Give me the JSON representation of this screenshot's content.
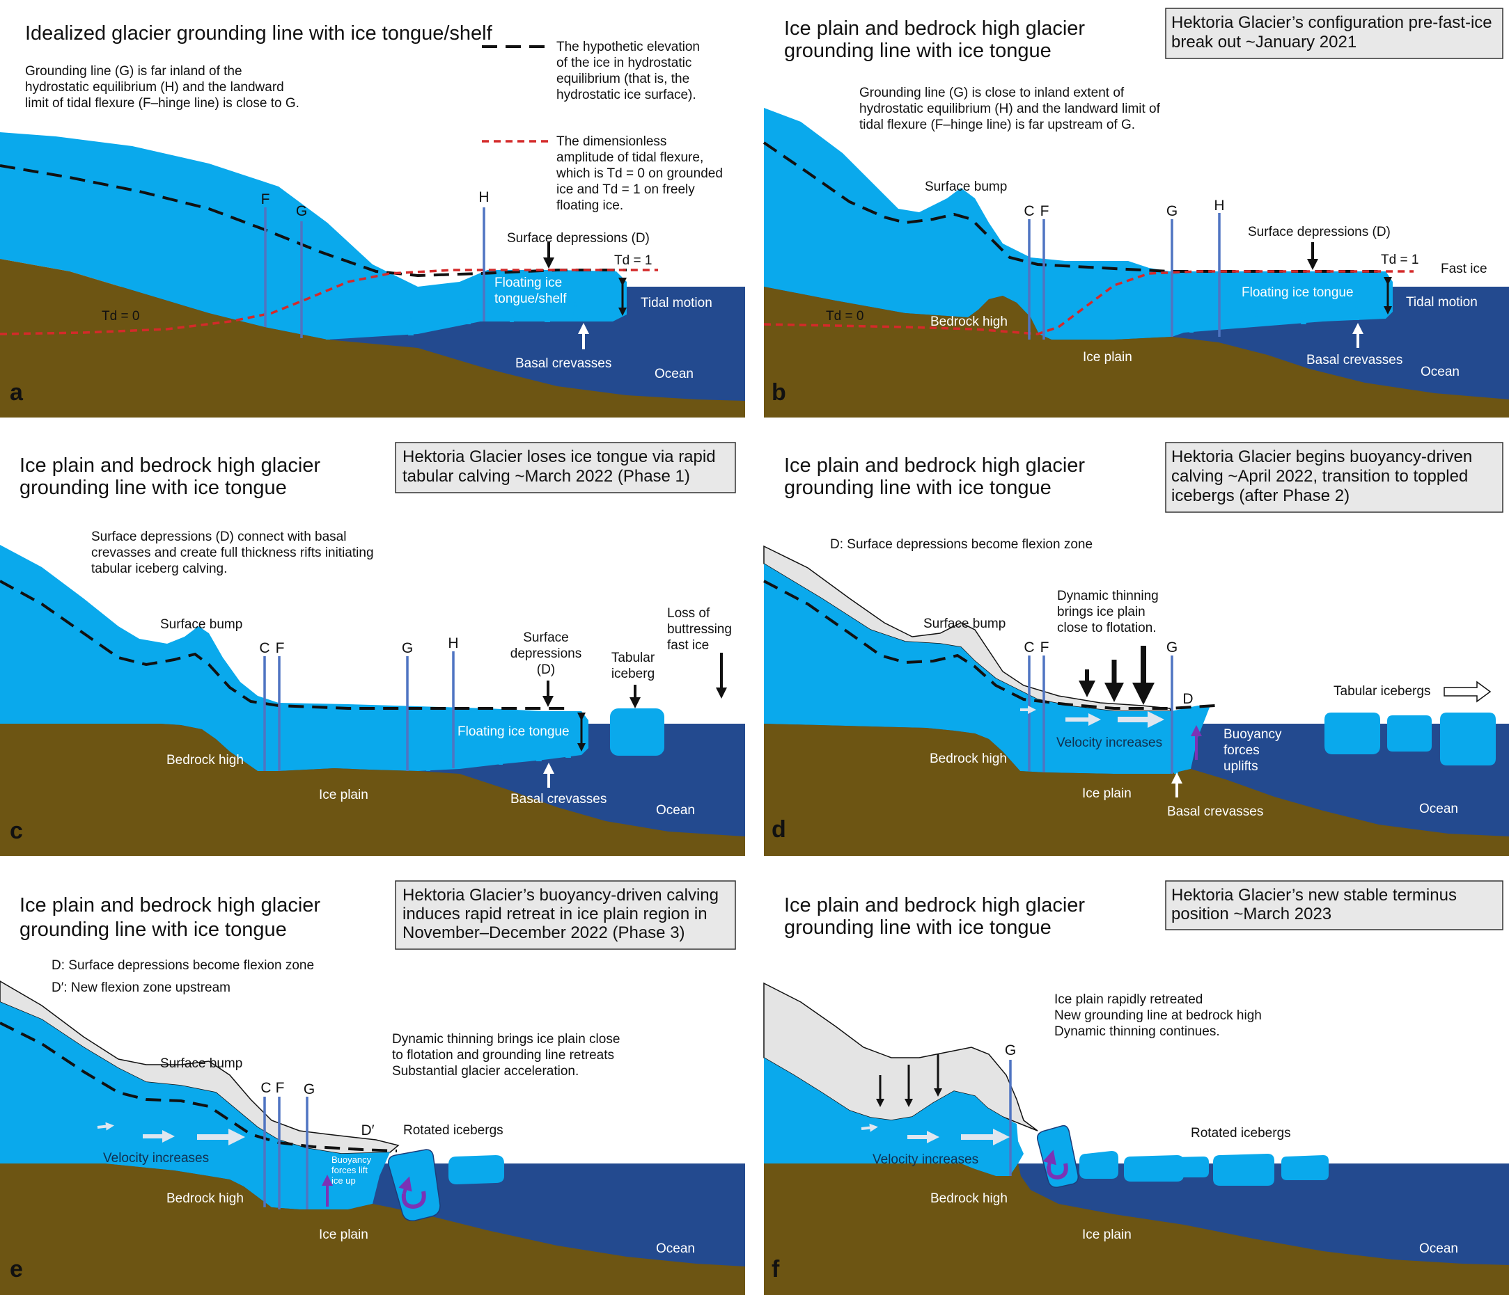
{
  "colors": {
    "ice": "#0aa9ec",
    "ocean": "#234a8f",
    "bedrock": "#6d5513",
    "removed_ice": "#e4e4e4",
    "flexure": "#d42a2a",
    "line": "#4f74c2",
    "uplift": "#7b33b5",
    "box_fill": "#e8e8e8"
  },
  "panels": {
    "a": {
      "letter": "a",
      "title": "Idealized glacier grounding line with ice tongue/shelf",
      "note": [
        "Grounding line (G) is far inland of the",
        "hydrostatic equilibrium (H) and the landward",
        "limit of tidal flexure (F–hinge line) is close to G."
      ],
      "legend_dash": [
        "The hypothetic elevation",
        "of the ice in hydrostatic",
        "equilibrium (that is, the",
        "hydrostatic ice surface)."
      ],
      "legend_red": [
        "The dimensionless",
        "amplitude of tidal flexure,",
        "which is Td = 0 on grounded",
        "ice and Td = 1 on freely",
        "floating ice."
      ],
      "F": "F",
      "G": "G",
      "H": "H",
      "surface_depressions": "Surface depressions (D)",
      "td1": "Td = 1",
      "td0": "Td = 0",
      "floating": [
        "Floating ice",
        "tongue/shelf"
      ],
      "tidal": "Tidal motion",
      "basal": "Basal crevasses",
      "ocean": "Ocean"
    },
    "b": {
      "letter": "b",
      "title": [
        "Ice plain and bedrock high glacier",
        "grounding line with ice tongue"
      ],
      "box": [
        "Hektoria Glacier’s configuration pre-fast-ice",
        "break out ~January 2021"
      ],
      "note": [
        "Grounding line (G) is close to inland extent of",
        "hydrostatic equilibrium (H) and the landward limit of",
        "tidal flexure (F–hinge line) is far upstream of G."
      ],
      "surface_bump": "Surface bump",
      "C": "C",
      "F": "F",
      "G": "G",
      "H": "H",
      "surface_depressions": "Surface depressions (D)",
      "td1": "Td = 1",
      "fast_ice": "Fast ice",
      "td0": "Td = 0",
      "bedrock_high": "Bedrock high",
      "floating": "Floating ice tongue",
      "tidal": "Tidal motion",
      "ice_plain": "Ice plain",
      "basal": "Basal crevasses",
      "ocean": "Ocean"
    },
    "c": {
      "letter": "c",
      "title": [
        "Ice plain and bedrock high glacier",
        "grounding line with ice tongue"
      ],
      "box": [
        "Hektoria Glacier loses ice tongue via rapid",
        "tabular calving ~March 2022 (Phase 1)"
      ],
      "note": [
        "Surface depressions (D) connect with basal",
        "crevasses and create full thickness rifts initiating",
        "tabular iceberg calving."
      ],
      "surface_bump": "Surface bump",
      "C": "C",
      "F": "F",
      "G": "G",
      "H": "H",
      "surface_depressions": [
        "Surface",
        "depressions",
        "(D)"
      ],
      "tabular": [
        "Tabular",
        "iceberg"
      ],
      "loss": [
        "Loss of",
        "buttressing",
        "fast ice"
      ],
      "floating": "Floating ice tongue",
      "bedrock_high": "Bedrock high",
      "ice_plain": "Ice plain",
      "basal": "Basal crevasses",
      "ocean": "Ocean"
    },
    "d": {
      "letter": "d",
      "title": [
        "Ice plain and bedrock high glacier",
        "grounding line with ice tongue"
      ],
      "box": [
        "Hektoria Glacier begins buoyancy-driven",
        "calving ~April 2022, transition to toppled",
        "icebergs (after Phase 2)"
      ],
      "note": "D: Surface depressions become flexion zone",
      "thinning": [
        "Dynamic thinning",
        "brings ice plain",
        "close to flotation."
      ],
      "surface_bump": "Surface bump",
      "C": "C",
      "F": "F",
      "G": "G",
      "D": "D",
      "tabular": "Tabular icebergs",
      "velocity": "Velocity increases",
      "buoyancy": [
        "Buoyancy",
        "forces",
        "uplifts"
      ],
      "bedrock_high": "Bedrock high",
      "ice_plain": "Ice plain",
      "basal": "Basal crevasses",
      "ocean": "Ocean"
    },
    "e": {
      "letter": "e",
      "title": [
        "Ice plain and bedrock high glacier",
        "grounding line with ice tongue"
      ],
      "box": [
        "Hektoria Glacier’s buoyancy-driven calving",
        "induces rapid retreat in ice plain region in",
        "November–December 2022 (Phase 3)"
      ],
      "note": [
        "D: Surface depressions become flexion zone",
        "D′: New flexion zone upstream"
      ],
      "thinning": [
        "Dynamic thinning brings ice plain close",
        "to flotation and grounding line retreats",
        "Substantial glacier acceleration."
      ],
      "surface_bump": "Surface bump",
      "C": "C",
      "F": "F",
      "G": "G",
      "Dp": "D′",
      "rotated": "Rotated icebergs",
      "velocity": "Velocity increases",
      "buoyancy": [
        "Buoyancy",
        "forces lift",
        "ice up"
      ],
      "bedrock_high": "Bedrock high",
      "ice_plain": "Ice plain",
      "ocean": "Ocean"
    },
    "f": {
      "letter": "f",
      "title": [
        "Ice plain and bedrock high glacier",
        "grounding line with ice tongue"
      ],
      "box": [
        "Hektoria Glacier’s new stable terminus",
        "position ~March 2023"
      ],
      "note": [
        "Ice plain rapidly retreated",
        "New grounding line at bedrock high",
        "Dynamic thinning continues."
      ],
      "G": "G",
      "rotated": "Rotated icebergs",
      "velocity": "Velocity increases",
      "bedrock_high": "Bedrock high",
      "ice_plain": "Ice plain",
      "ocean": "Ocean"
    }
  }
}
